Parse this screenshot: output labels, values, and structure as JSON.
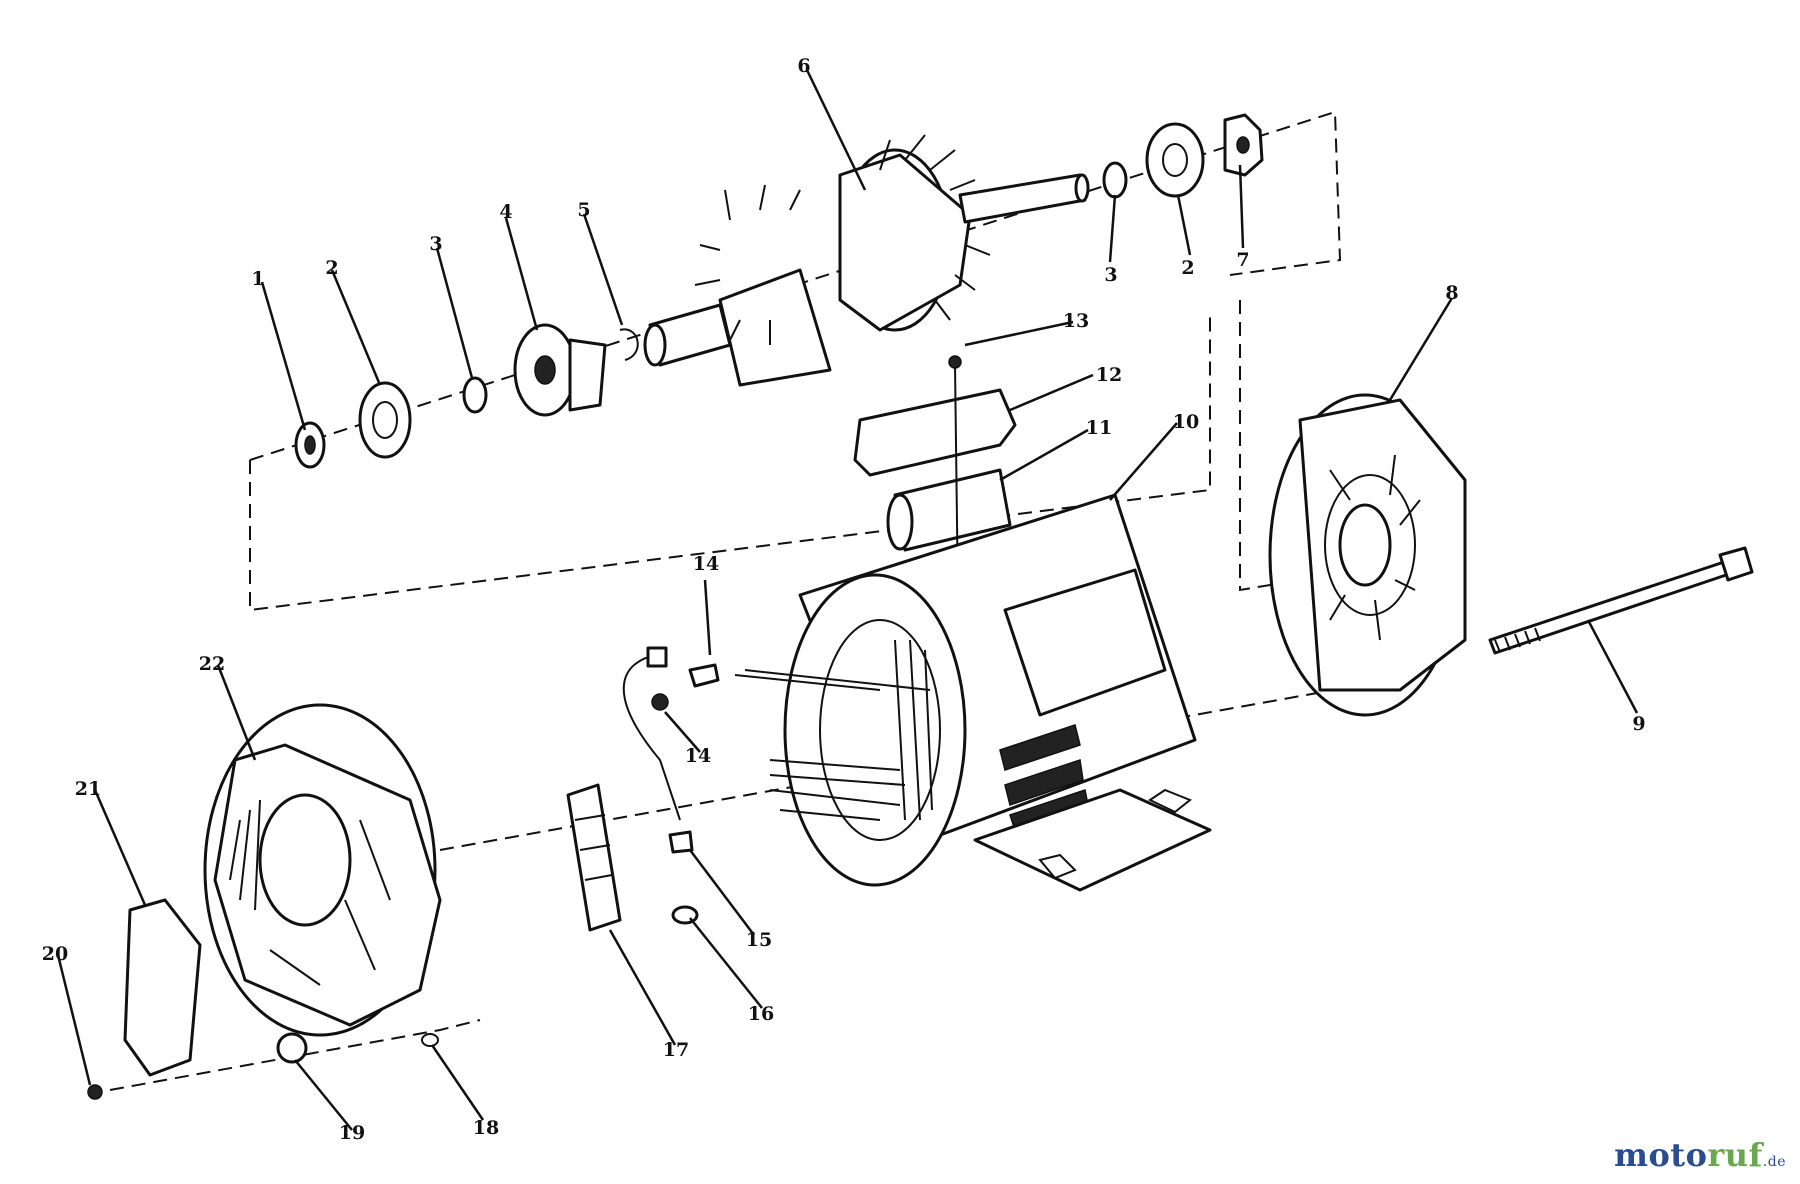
{
  "callouts": [
    {
      "id": "c1",
      "text": "1"
    },
    {
      "id": "c2a",
      "text": "2"
    },
    {
      "id": "c3a",
      "text": "3"
    },
    {
      "id": "c4",
      "text": "4"
    },
    {
      "id": "c5",
      "text": "5"
    },
    {
      "id": "c6",
      "text": "6"
    },
    {
      "id": "c3b",
      "text": "3"
    },
    {
      "id": "c2b",
      "text": "2"
    },
    {
      "id": "c7",
      "text": "7"
    },
    {
      "id": "c8",
      "text": "8"
    },
    {
      "id": "c9",
      "text": "9"
    },
    {
      "id": "c10",
      "text": "10"
    },
    {
      "id": "c11",
      "text": "11"
    },
    {
      "id": "c12",
      "text": "12"
    },
    {
      "id": "c13",
      "text": "13"
    },
    {
      "id": "c14a",
      "text": "14"
    },
    {
      "id": "c14b",
      "text": "14"
    },
    {
      "id": "c15",
      "text": "15"
    },
    {
      "id": "c16",
      "text": "16"
    },
    {
      "id": "c17",
      "text": "17"
    },
    {
      "id": "c18",
      "text": "18"
    },
    {
      "id": "c19",
      "text": "19"
    },
    {
      "id": "c20",
      "text": "20"
    },
    {
      "id": "c21",
      "text": "21"
    },
    {
      "id": "c22",
      "text": "22"
    }
  ],
  "watermark": {
    "part1": "moto",
    "part2": "ruf",
    "suffix": ".de"
  },
  "line_color": "#111111",
  "watermark_colors": {
    "blue": "#2a4d8f",
    "green": "#6aa84f"
  }
}
